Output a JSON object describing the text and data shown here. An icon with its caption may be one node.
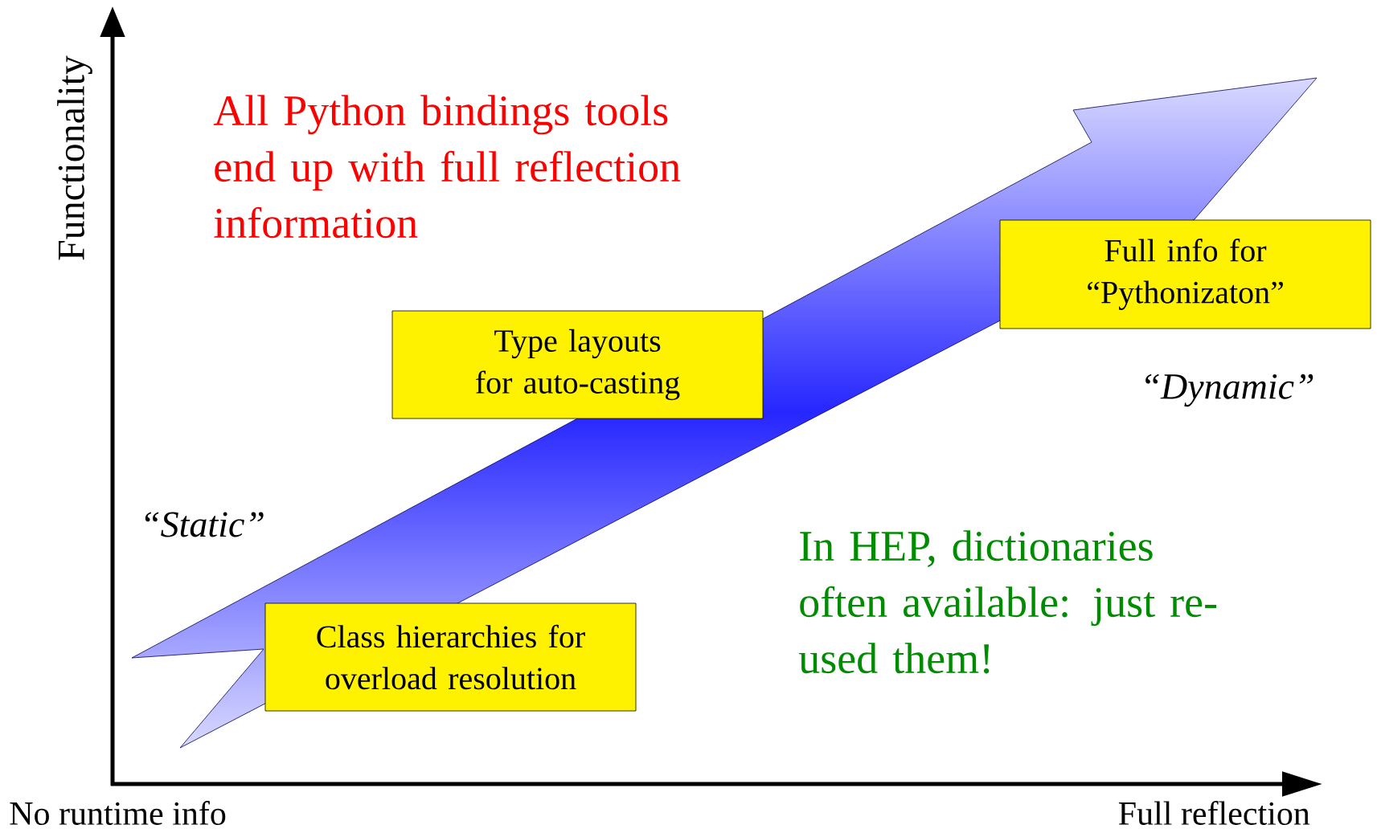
{
  "diagram": {
    "nodes": [
      {
        "text": [
          "Full info for “Pythonizaton”"
        ]
      },
      {
        "text": [
          "Type layouts for auto-casting"
        ]
      },
      {
        "text": [
          "Class hierarchies for overload resolution"
        ]
      }
    ],
    "labels": [
      "Functionality",
      "All Python bindings tools end up with full reflection information",
      "“Dynamic”",
      "“Static”",
      "In HEP, dictionaries often available: just re-used them!",
      "No runtime info",
      "Full reflection"
    ]
  }
}
